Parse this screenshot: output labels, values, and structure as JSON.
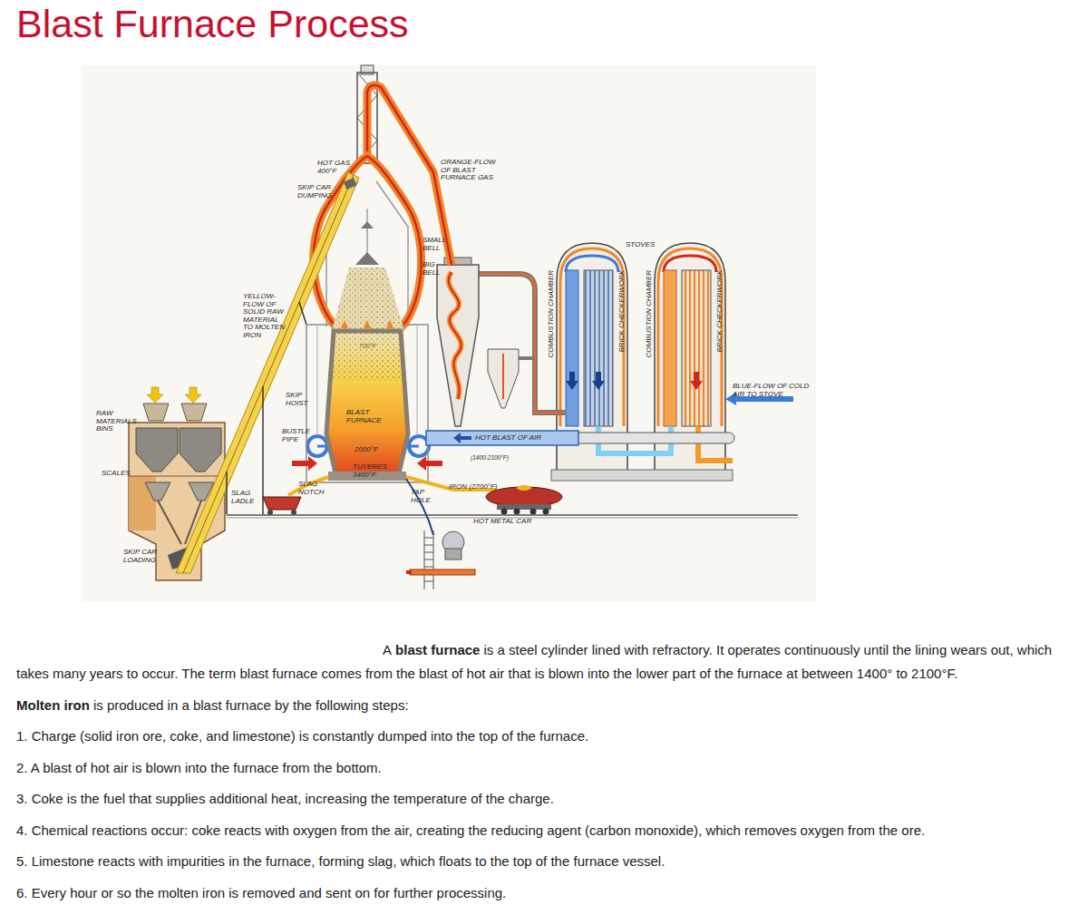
{
  "diagram": {
    "title": "Blast Furnace Process",
    "labels": [
      "HOT GAS 400°F",
      "SKIP CAR DUMPING",
      "ORANGE-FLOW OF BLAST FURNACE GAS",
      "SMALL BELL",
      "BIG BELL",
      "STOVES",
      "COMBUSTION CHAMBER",
      "BRICK CHECKERWORK",
      "COMBUSTION CHAMBER",
      "BRICK CHECKERWORK",
      "YELLOW-FLOW OF SOLID RAW MATERIAL TO MOLTEN IRON",
      "700°F",
      "SKIP HOIST",
      "RAW MATERIALS BINS",
      "BLAST FURNACE",
      "BUSTLE PIPE",
      "BLUE-FLOW OF COLD AIR TO STOVE",
      "HOT BLAST OF AIR",
      "2000°F",
      "(1400-2100°F)",
      "TUYERES 3400°F",
      "SCALES",
      "SLAG NOTCH",
      "SLAG LADLE",
      "IRON (2700°F)",
      "TAP HOLE",
      "HOT METAL CAR",
      "SKIP CAR LOADING",
      "A",
      "blast furnace",
      "is a steel cylinder lined with refractory. It operates continuously until the lining wears out, which takes many years to occur. The term blast furnace comes from the blast of hot air that is blown into the lower part of the furnace at between 1400° to 2100°F.",
      "Molten iron",
      "is produced in a blast furnace by the following steps:",
      "1. Charge (solid iron ore, coke, and limestone) is constantly dumped into the top of the furnace.",
      "2. A blast of hot air is blown into the furnace from the bottom.",
      "3. Coke is the fuel that supplies additional heat, increasing the temperature of the charge.",
      "4. Chemical reactions occur: coke reacts with oxygen from the air, creating the reducing agent (carbon monoxide), which removes oxygen from the ore.",
      "5. Limestone reacts with impurities in the furnace, forming slag, which floats to the top of the furnace vessel.",
      "6. Every hour or so the molten iron is removed and sent on for further processing."
    ]
  }
}
